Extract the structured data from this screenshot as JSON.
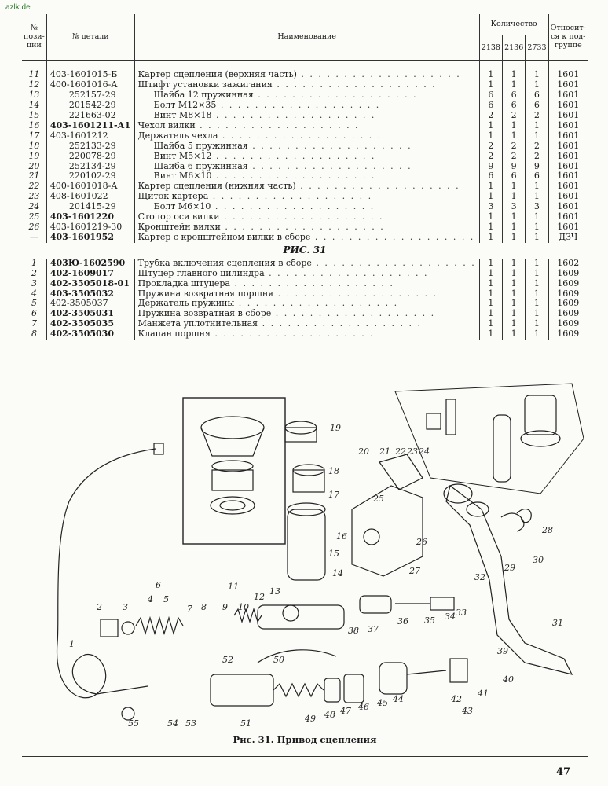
{
  "site": "azlk.de",
  "header": {
    "pos": "№ пози-ции",
    "part": "№ детали",
    "name": "Наименование",
    "qty": "Количество",
    "m1": "2138",
    "m2": "2136",
    "m3": "2733",
    "group": "Относит-ся к под-группе"
  },
  "rows_a": [
    {
      "pos": "11",
      "part": "403-1601015-Б",
      "name": "Картер сцепления (верхняя часть)",
      "q1": "1",
      "q2": "1",
      "q3": "1",
      "g": "1601"
    },
    {
      "pos": "12",
      "part": "400-1601016-А",
      "name": "Штифт установки зажигания",
      "q1": "1",
      "q2": "1",
      "q3": "1",
      "g": "1601"
    },
    {
      "pos": "13",
      "part": "252157-29",
      "name": "Шайба 12 пружинная",
      "q1": "6",
      "q2": "6",
      "q3": "6",
      "g": "1601"
    },
    {
      "pos": "14",
      "part": "201542-29",
      "name": "Болт М12×35",
      "q1": "6",
      "q2": "6",
      "q3": "6",
      "g": "1601"
    },
    {
      "pos": "15",
      "part": "221663-02",
      "name": "Винт М8×18",
      "q1": "2",
      "q2": "2",
      "q3": "2",
      "g": "1601"
    },
    {
      "pos": "16",
      "part": "403-1601211-А1",
      "name": "Чехол вилки",
      "q1": "1",
      "q2": "1",
      "q3": "1",
      "g": "1601"
    },
    {
      "pos": "17",
      "part": "403-1601212",
      "name": "Держатель чехла",
      "q1": "1",
      "q2": "1",
      "q3": "1",
      "g": "1601"
    },
    {
      "pos": "18",
      "part": "252133-29",
      "name": "Шайба 5 пружинная",
      "q1": "2",
      "q2": "2",
      "q3": "2",
      "g": "1601"
    },
    {
      "pos": "19",
      "part": "220078-29",
      "name": "Винт М5×12",
      "q1": "2",
      "q2": "2",
      "q3": "2",
      "g": "1601"
    },
    {
      "pos": "20",
      "part": "252134-29",
      "name": "Шайба 6 пружинная",
      "q1": "9",
      "q2": "9",
      "q3": "9",
      "g": "1601"
    },
    {
      "pos": "21",
      "part": "220102-29",
      "name": "Винт М6×10",
      "q1": "6",
      "q2": "6",
      "q3": "6",
      "g": "1601"
    },
    {
      "pos": "22",
      "part": "400-1601018-А",
      "name": "Картер сцепления (нижняя часть)",
      "q1": "1",
      "q2": "1",
      "q3": "1",
      "g": "1601"
    },
    {
      "pos": "23",
      "part": "408-1601022",
      "name": "Щиток картера",
      "q1": "1",
      "q2": "1",
      "q3": "1",
      "g": "1601"
    },
    {
      "pos": "24",
      "part": "201415-29",
      "name": "Болт М6×10",
      "q1": "3",
      "q2": "3",
      "q3": "3",
      "g": "1601"
    },
    {
      "pos": "25",
      "part": "403-1601220",
      "name": "Стопор оси вилки",
      "q1": "1",
      "q2": "1",
      "q3": "1",
      "g": "1601"
    },
    {
      "pos": "26",
      "part": "403-1601219-30",
      "name": "Кронштейн вилки",
      "q1": "1",
      "q2": "1",
      "q3": "1",
      "g": "1601"
    },
    {
      "pos": "—",
      "part": "403-1601952",
      "name": "Картер с кронштейном вилки в сборе",
      "q1": "1",
      "q2": "1",
      "q3": "1",
      "g": "ДЗЧ"
    }
  ],
  "fig_title": "РИС. 31",
  "rows_b": [
    {
      "pos": "1",
      "part": "403Ю-1602590",
      "name": "Трубка включения сцепления в сборе",
      "q1": "1",
      "q2": "1",
      "q3": "1",
      "g": "1602"
    },
    {
      "pos": "2",
      "part": "402-1609017",
      "name": "Штуцер главного цилиндра",
      "q1": "1",
      "q2": "1",
      "q3": "1",
      "g": "1609"
    },
    {
      "pos": "3",
      "part": "402-3505018-01",
      "name": "Прокладка штуцера",
      "q1": "1",
      "q2": "1",
      "q3": "1",
      "g": "1609"
    },
    {
      "pos": "4",
      "part": "403-3505032",
      "name": "Пружина возвратная поршня",
      "q1": "1",
      "q2": "1",
      "q3": "1",
      "g": "1609"
    },
    {
      "pos": "5",
      "part": "402-3505037",
      "name": "Держатель пружины",
      "q1": "1",
      "q2": "1",
      "q3": "1",
      "g": "1609"
    },
    {
      "pos": "6",
      "part": "402-3505031",
      "name": "Пружина возвратная в сборе",
      "q1": "1",
      "q2": "1",
      "q3": "1",
      "g": "1609"
    },
    {
      "pos": "7",
      "part": "402-3505035",
      "name": "Манжета уплотнительная",
      "q1": "1",
      "q2": "1",
      "q3": "1",
      "g": "1609"
    },
    {
      "pos": "8",
      "part": "402-3505030",
      "name": "Клапан поршня",
      "q1": "1",
      "q2": "1",
      "q3": "1",
      "g": "1609"
    }
  ],
  "callouts": [
    "1",
    "2",
    "3",
    "4",
    "5",
    "6",
    "7",
    "8",
    "9",
    "10",
    "11",
    "12",
    "13",
    "14",
    "15",
    "16",
    "17",
    "18",
    "19",
    "20",
    "21",
    "22",
    "23",
    "24",
    "25",
    "26",
    "27",
    "28",
    "29",
    "30",
    "31",
    "32",
    "33",
    "34",
    "35",
    "36",
    "37",
    "38",
    "39",
    "40",
    "41",
    "42",
    "43",
    "44",
    "45",
    "46",
    "47",
    "48",
    "49",
    "50",
    "51",
    "52",
    "53",
    "54",
    "55"
  ],
  "caption": "Рис. 31. Привод сцепления",
  "page_number": "47"
}
